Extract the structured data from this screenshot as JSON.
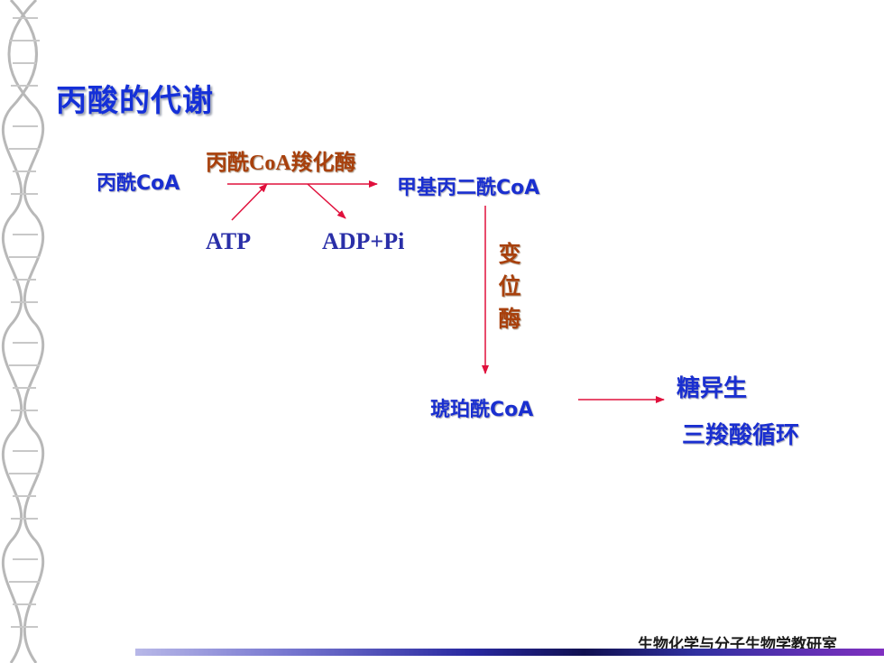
{
  "title": "丙酸的代谢",
  "propionyl_coa": "丙酰CoA",
  "enzyme_carboxylase": {
    "part1": "丙酰",
    "part2": "CoA",
    "part3": "羧化酶"
  },
  "methylmalonyl_coa": "甲基丙二酰CoA",
  "atp": "ATP",
  "adp_pi": "ADP+Pi",
  "mutase": "变位酶",
  "succinyl_coa": "琥珀酰CoA",
  "gluconeogenesis": "糖异生",
  "tca_cycle": "三羧酸循环",
  "footer": "生物化学与分子生物学教研室",
  "colors": {
    "title": "#1530d8",
    "compound": "#1a2fd0",
    "enzyme": "#a8400c",
    "arrow": "#e0103c"
  }
}
